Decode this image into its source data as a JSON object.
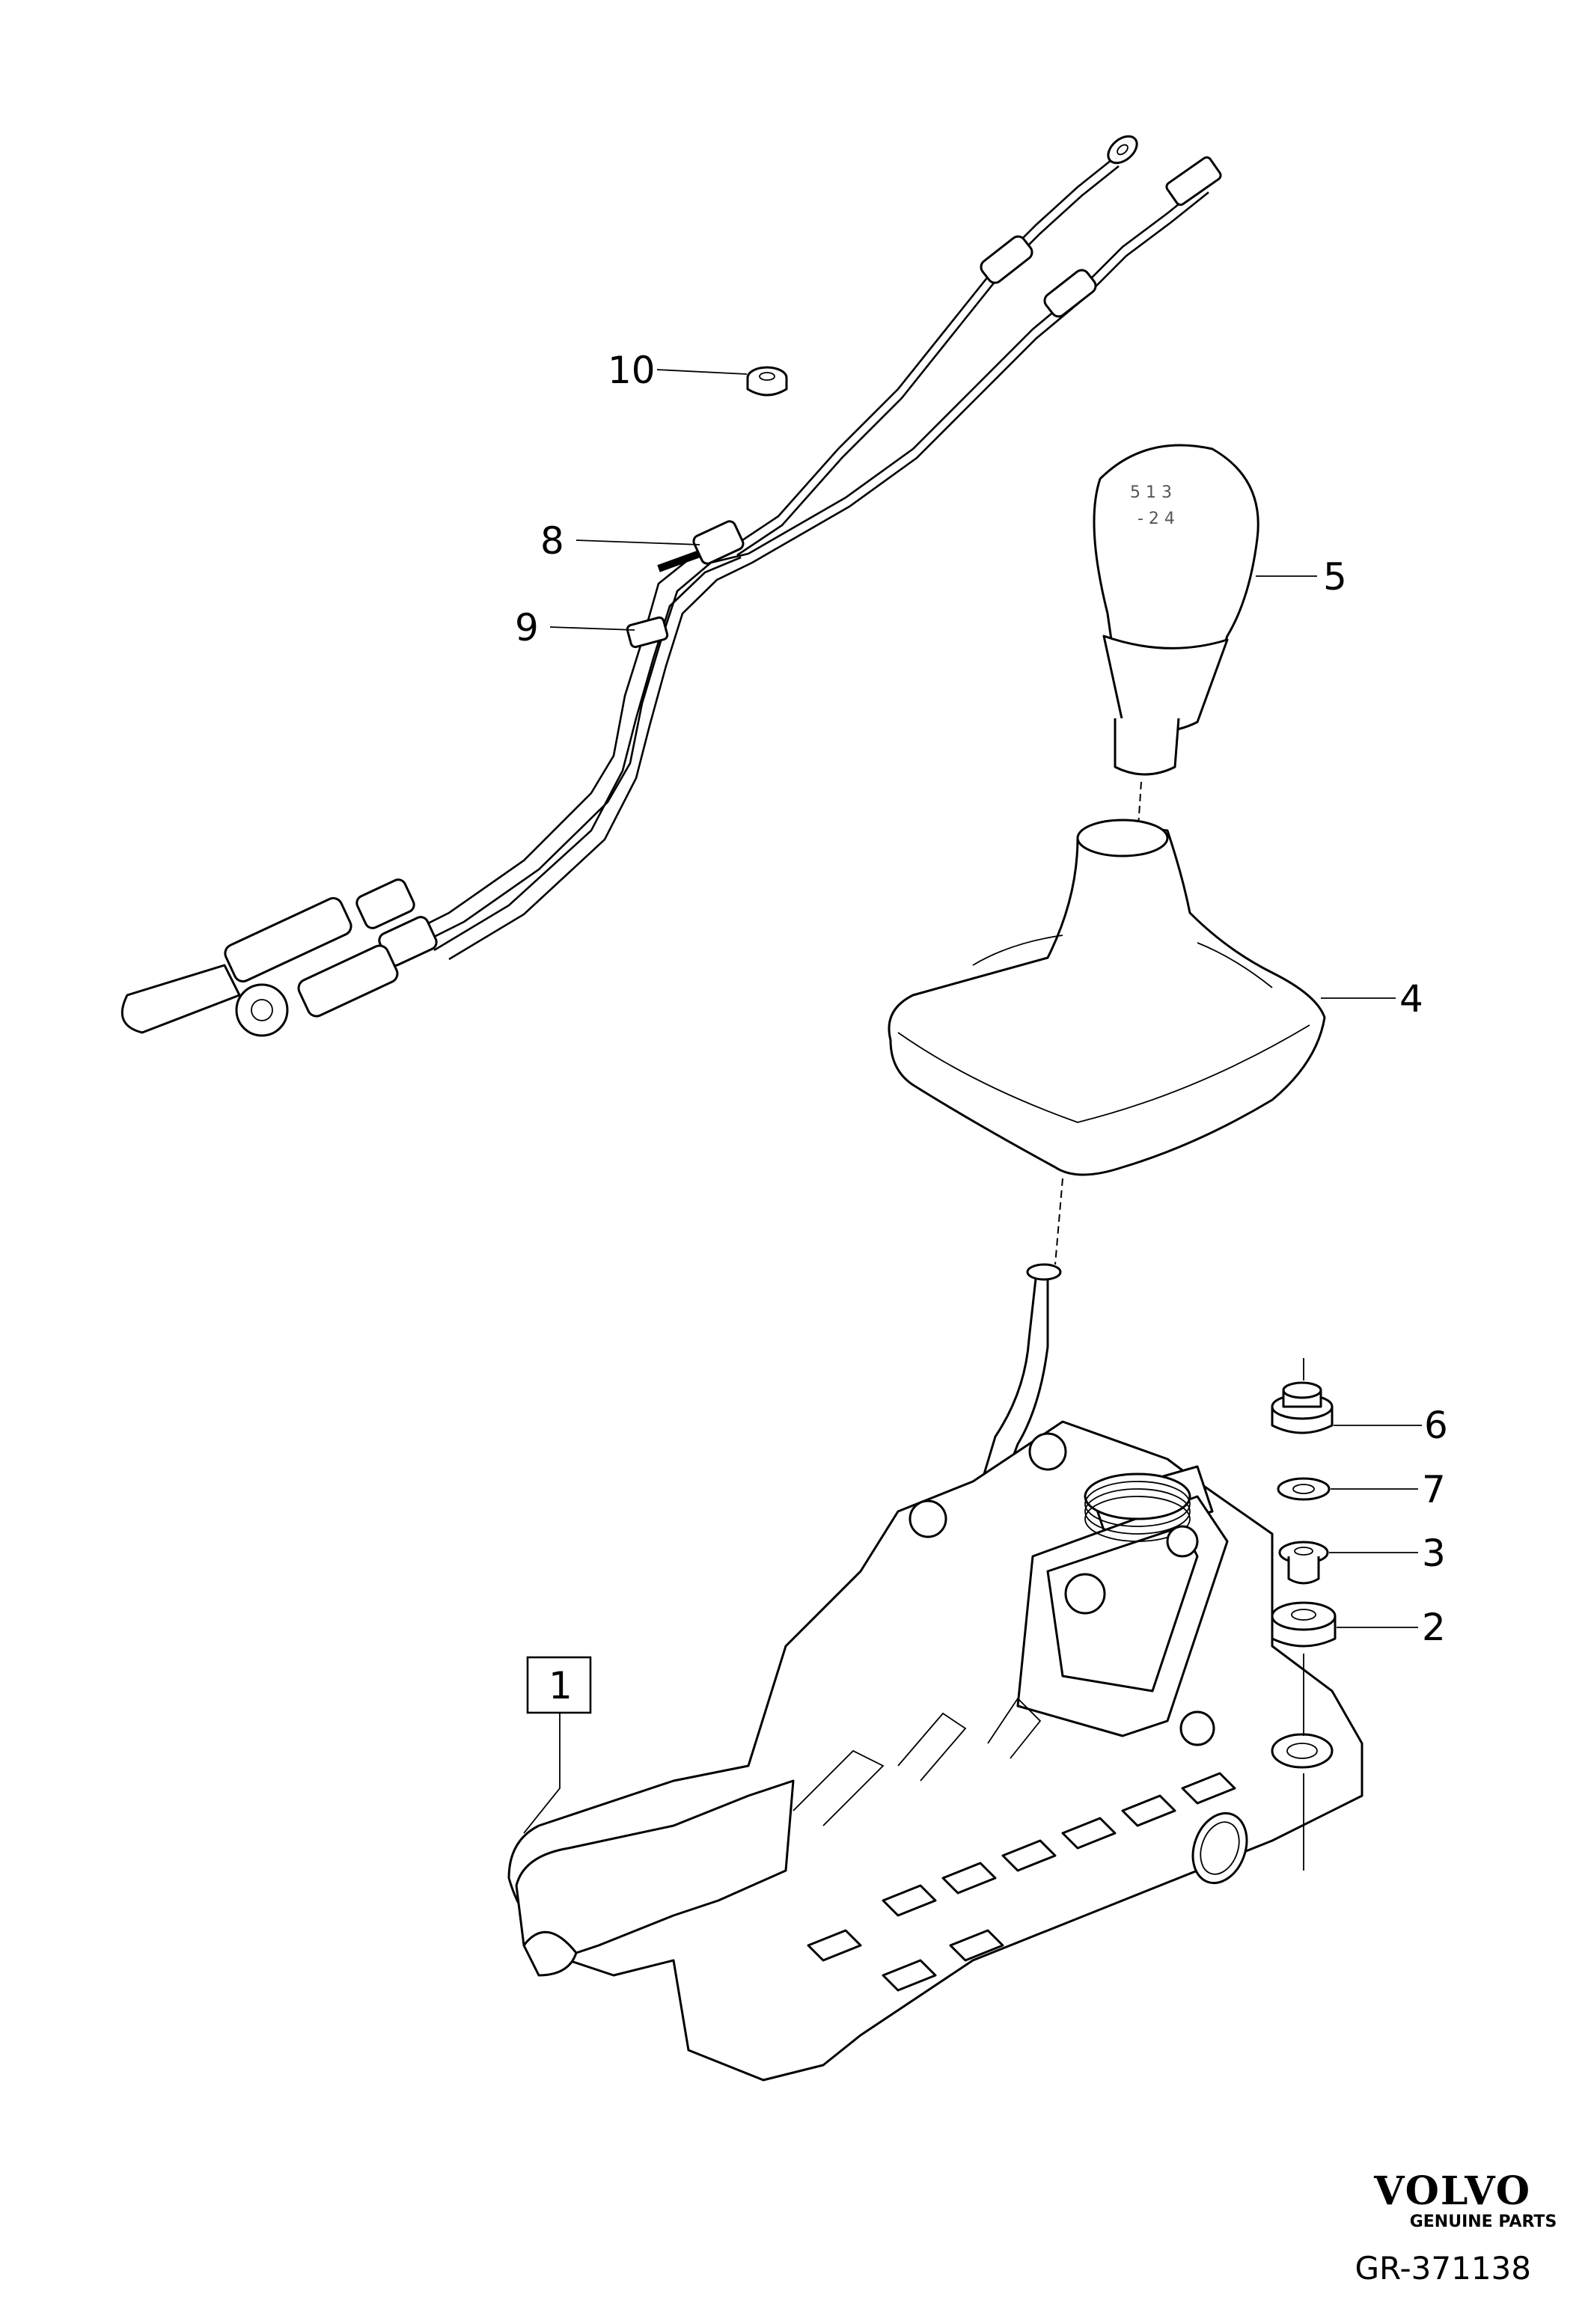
{
  "callouts": [
    {
      "id": "1",
      "label": "1",
      "boxed": true
    },
    {
      "id": "2",
      "label": "2"
    },
    {
      "id": "3",
      "label": "3"
    },
    {
      "id": "4",
      "label": "4"
    },
    {
      "id": "5",
      "label": "5"
    },
    {
      "id": "6",
      "label": "6"
    },
    {
      "id": "7",
      "label": "7"
    },
    {
      "id": "8",
      "label": "8"
    },
    {
      "id": "9",
      "label": "9"
    },
    {
      "id": "10",
      "label": "10"
    }
  ],
  "brand": {
    "name": "VOLVO",
    "subtitle": "GENUINE PARTS"
  },
  "figure_id": "GR-371138"
}
